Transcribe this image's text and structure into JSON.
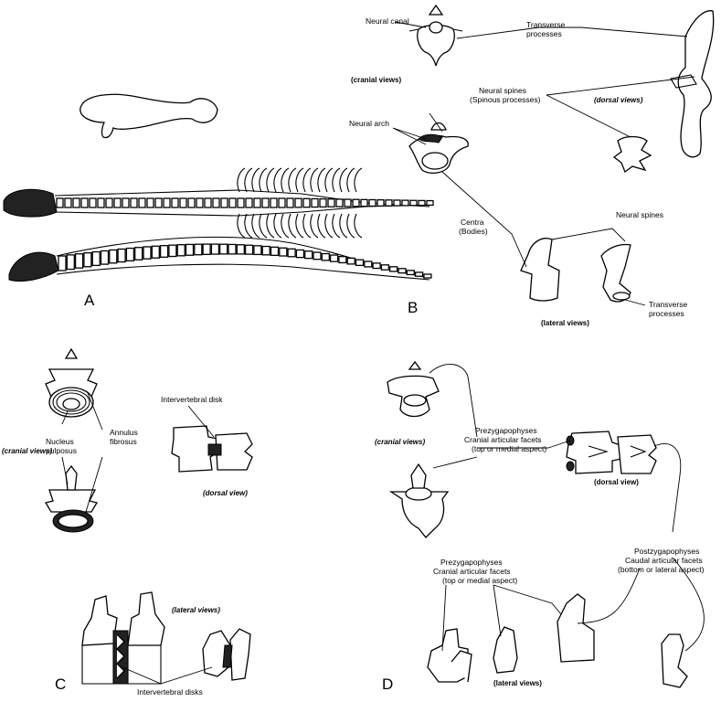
{
  "panels": {
    "A": {
      "letter": "A"
    },
    "B": {
      "letter": "B",
      "neural_canal": "Neural canal",
      "transverse_1": "Transverse",
      "transverse_2": "processes",
      "cranial_views": "(cranial views)",
      "dorsal_views": "(dorsal views)",
      "neural_spines_1": "Neural spines",
      "neural_spines_2": "(Spinous processes)",
      "neural_arch": "Neural arch",
      "centra_1": "Centra",
      "centra_2": "(Bodies)",
      "neural_spines_lat": "Neural spines",
      "transverse_lat_1": "Transverse",
      "transverse_lat_2": "processes",
      "lateral_views": "(lateral views)"
    },
    "C": {
      "letter": "C",
      "intervertebral_disk": "Intervertebral disk",
      "cranial_views": "(cranial views)",
      "nucleus_1": "Nucleus",
      "nucleus_2": "pulposus",
      "annulus_1": "Annulus",
      "annulus_2": "fibrosus",
      "dorsal_view": "(dorsal view)",
      "lateral_views": "(lateral views)",
      "intervertebral_disks": "Intervertebral disks"
    },
    "D": {
      "letter": "D",
      "cranial_views": "(cranial views)",
      "prezyg_1": "Prezygapophyses",
      "prezyg_2": "Cranial articular facets",
      "prezyg_3": "(top or medial aspect)",
      "dorsal_view": "(dorsal view)",
      "postzyg_1": "Postzygapophyses",
      "postzyg_2": "Caudal articular facets",
      "postzyg_3": "(bottom or lateral aspect)",
      "prezyg_lat_1": "Prezygapophyses",
      "prezyg_lat_2": "Cranial articular facets",
      "prezyg_lat_3": "(top or medial aspect)",
      "lateral_views": "(lateral views)"
    }
  }
}
